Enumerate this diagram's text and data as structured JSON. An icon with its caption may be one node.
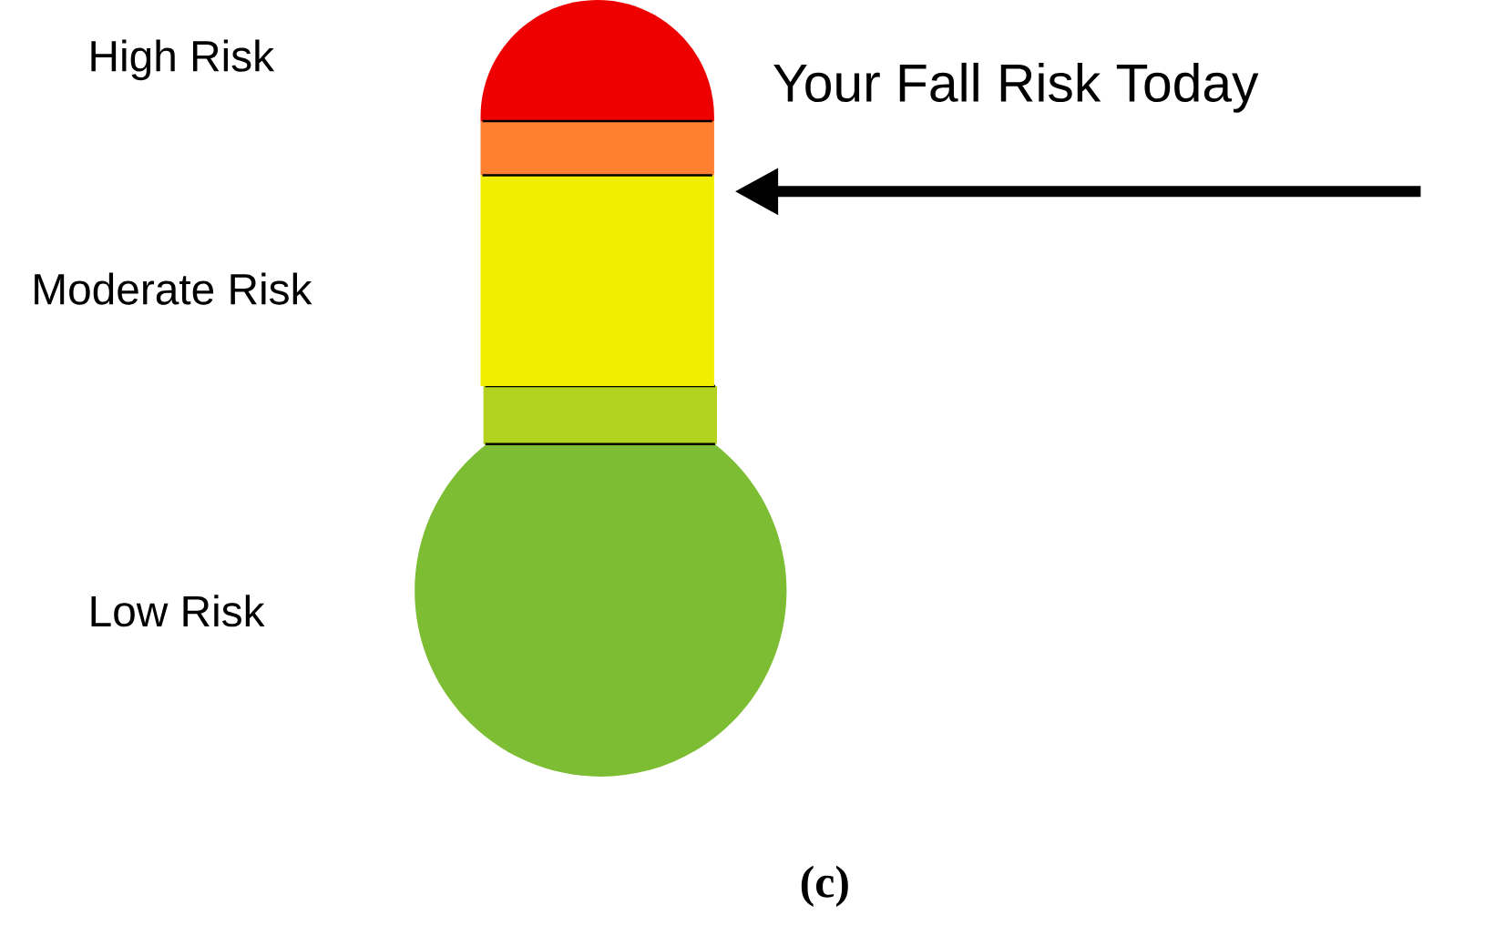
{
  "diagram": {
    "caption": "(c)",
    "nodes": [
      {
        "text": [],
        "shape": "dome"
      },
      {
        "text": [],
        "shape": "bar"
      },
      {
        "text": [],
        "shape": "bar"
      },
      {
        "text": [],
        "shape": "bar"
      },
      {
        "text": [],
        "shape": "circle"
      }
    ],
    "edges": [
      {
        "from": null,
        "to": 2,
        "arrow": "to"
      }
    ],
    "labels": [
      "High Risk",
      "Your Fall Risk Today",
      "Moderate Risk",
      "Low Risk"
    ]
  }
}
